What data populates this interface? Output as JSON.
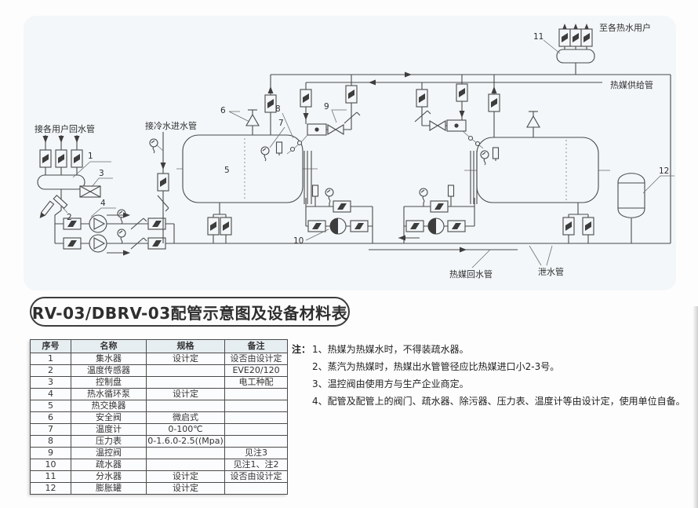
{
  "title": "RV-03/DBRV-03配管示意图及设备材料表",
  "diagram": {
    "labels": {
      "to_users": "至各热水用户",
      "supply_pipe": "热媒供给管",
      "user_return_pipe": "接各用户回水管",
      "cold_water_inlet": "接冷水进水管",
      "return_pipe": "热媒回水管",
      "drain_pipe": "泄水管"
    },
    "callouts": {
      "n1": "1",
      "n2": "2",
      "n3": "3",
      "n4": "4",
      "n5": "5",
      "n6": "6",
      "n7": "7",
      "n8": "8",
      "n9": "9",
      "n10": "10",
      "n11": "11",
      "n12": "12"
    }
  },
  "table": {
    "headers": [
      "序号",
      "名称",
      "规格",
      "备注"
    ],
    "rows": [
      [
        "1",
        "集水器",
        "设计定",
        "设否由设计定"
      ],
      [
        "2",
        "温度传感器",
        "",
        "EVE20/120"
      ],
      [
        "3",
        "控制盘",
        "",
        "电工种配"
      ],
      [
        "4",
        "热水循环泵",
        "设计定",
        ""
      ],
      [
        "5",
        "热交换器",
        "",
        ""
      ],
      [
        "6",
        "安全阀",
        "微启式",
        ""
      ],
      [
        "7",
        "温度计",
        "0-100℃",
        ""
      ],
      [
        "8",
        "压力表",
        "0-1.6.0-2.5((Mpa)",
        ""
      ],
      [
        "9",
        "温控阀",
        "",
        "见注3"
      ],
      [
        "10",
        "疏水器",
        "",
        "见注1、注2"
      ],
      [
        "11",
        "分水器",
        "设计定",
        "设否由设计定"
      ],
      [
        "12",
        "膨胀罐",
        "设计定",
        ""
      ]
    ]
  },
  "notes": {
    "prefix": "注：",
    "items": [
      "1、热媒为热媒水时，不得装疏水器。",
      "2、蒸汽为热媒时，热媒出水管管径应比热媒进口小2-3号。",
      "3、温控阀由使用方与生产企业商定。",
      "4、配管及配管上的阀门、疏水器、除污器、压力表、温度计等由设计定，使用单位自备。"
    ]
  }
}
